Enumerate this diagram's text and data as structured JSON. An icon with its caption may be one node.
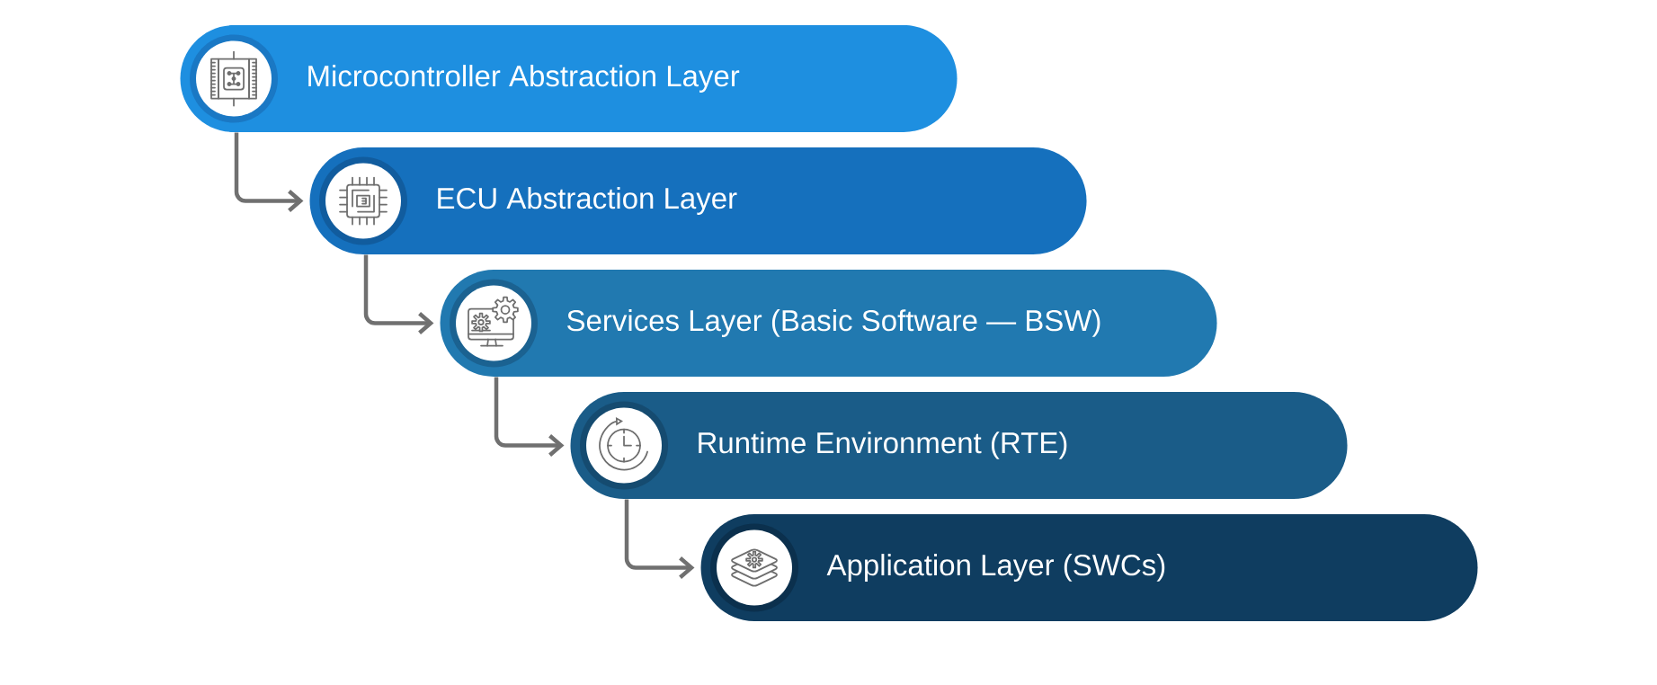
{
  "diagram": {
    "nodes": [
      {
        "text": [
          "Microcontroller Abstraction Layer"
        ]
      },
      {
        "text": [
          "ECU Abstraction Layer"
        ]
      },
      {
        "text": [
          "Services Layer (Basic Software — BSW)"
        ]
      },
      {
        "text": [
          "Runtime Environment (RTE)"
        ]
      },
      {
        "text": [
          "Application Layer (SWCs)"
        ]
      }
    ],
    "edges": [
      {
        "from": 0,
        "to": 1,
        "arrow": "to"
      },
      {
        "from": 1,
        "to": 2,
        "arrow": "to"
      },
      {
        "from": 2,
        "to": 3,
        "arrow": "to"
      },
      {
        "from": 3,
        "to": 4,
        "arrow": "to"
      }
    ]
  }
}
